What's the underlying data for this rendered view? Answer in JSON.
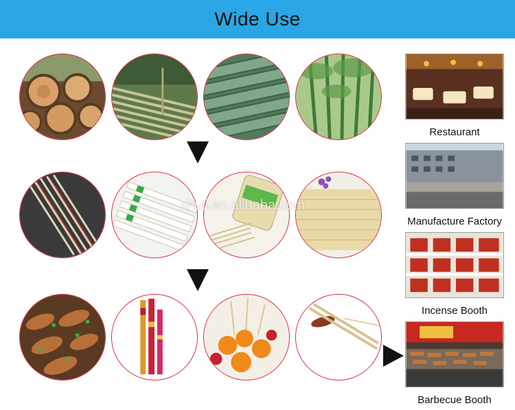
{
  "header": {
    "title": "Wide Use"
  },
  "watermark": "shuli.en.alibaba.com",
  "uses": [
    {
      "label": "Restaurant",
      "icon": "restaurant-photo"
    },
    {
      "label": "Manufacture Factory",
      "icon": "factory-photo"
    },
    {
      "label": "Incense Booth",
      "icon": "incense-booth-photo"
    },
    {
      "label": "Barbecue Booth",
      "icon": "barbecue-booth-photo"
    }
  ],
  "rows": [
    {
      "name": "raw-materials",
      "items": [
        "logs",
        "bamboo-poles",
        "bamboo-stalks",
        "bamboo-forest"
      ]
    },
    {
      "name": "products",
      "items": [
        "wrapped-sticks",
        "packed-chopsticks",
        "toothpick-jar",
        "toothpick-bundle"
      ]
    },
    {
      "name": "applications",
      "items": [
        "bbq-skewers",
        "incense-sticks",
        "fruit-picks",
        "chopsticks-on-rest"
      ]
    }
  ]
}
